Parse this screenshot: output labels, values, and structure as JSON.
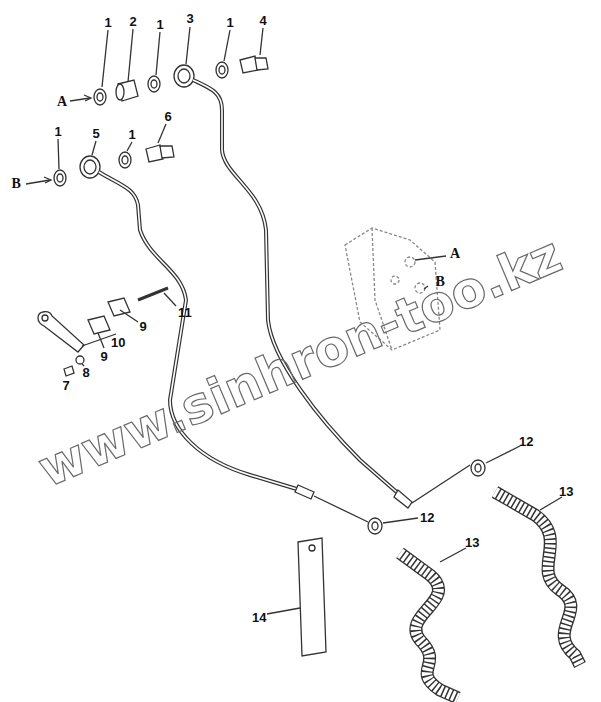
{
  "diagram": {
    "labels": [
      "1",
      "2",
      "1",
      "3",
      "1",
      "4",
      "A",
      "1",
      "5",
      "1",
      "6",
      "B",
      "11",
      "9",
      "9",
      "10",
      "8",
      "7",
      "A",
      "B",
      "12",
      "13",
      "12",
      "13",
      "14",
      "www.sinhron-too.kz"
    ]
  }
}
